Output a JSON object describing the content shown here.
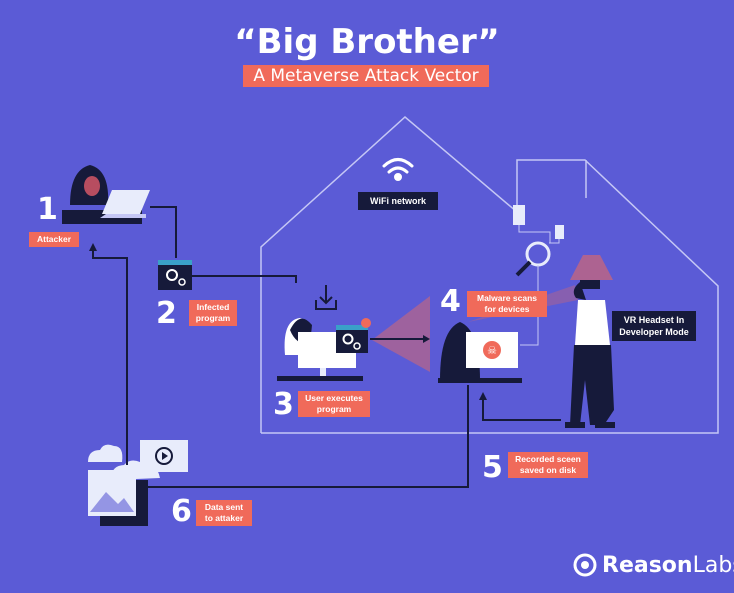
{
  "title": "“Big Brother”",
  "subtitle": "A Metaverse Attack Vector",
  "wifi_label": "WiFi network",
  "vr_label": "VR Headset In Developer Mode",
  "steps": [
    {
      "number": "1",
      "label": "Attacker"
    },
    {
      "number": "2",
      "label": "Infected program"
    },
    {
      "number": "3",
      "label": "User executes program"
    },
    {
      "number": "4",
      "label": "Malware scans for devices"
    },
    {
      "number": "5",
      "label": "Recorded sceen saved on disk"
    },
    {
      "number": "6",
      "label": "Data sent to attaker"
    }
  ],
  "logo": {
    "reason": "Reason",
    "labs": "Labs"
  },
  "colors": {
    "background": "#5b5bd6",
    "accent": "#f06a5a",
    "dark": "#161a3a",
    "line": "#c5c7f5"
  }
}
